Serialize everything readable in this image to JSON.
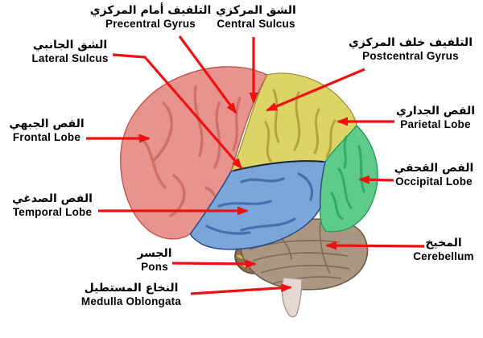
{
  "diagram": {
    "subject": "Human brain — lateral view with labeled lobes and structures",
    "language": "Arabic / English"
  },
  "colors": {
    "background": "#ffffff",
    "arrow": "#ee1111",
    "text": "#000000",
    "frontal": "#e8938d",
    "frontal_edge": "#b9564f",
    "parietal": "#ddd468",
    "parietal_edge": "#9a8d2a",
    "temporal": "#7aa6dc",
    "temporal_edge": "#2a4b86",
    "occipital": "#5ecb8a",
    "occipital_edge": "#1f9e58",
    "cerebellum": "#ab9781",
    "cerebellum_edge": "#6e5a44",
    "pons": "#8a6d52",
    "medulla": "#e6d8d0",
    "medulla_edge": "#b09a8e",
    "sulcus_dark": "#1a1a1a"
  },
  "labels": {
    "precentral": {
      "ar": "التلفيف أمام المركزي",
      "en": "Precentral Gyrus"
    },
    "central": {
      "ar": "الشق المركزي",
      "en": "Central Sulcus"
    },
    "lateral": {
      "ar": "الشق الجانبي",
      "en": "Lateral Sulcus"
    },
    "frontal": {
      "ar": "الفص الجبهي",
      "en": "Frontal Lobe"
    },
    "temporal": {
      "ar": "الفص الصدغي",
      "en": "Temporal Lobe"
    },
    "pons": {
      "ar": "الجسر",
      "en": "Pons"
    },
    "medulla": {
      "ar": "النخاع المستطيل",
      "en": "Medulla Oblongata"
    },
    "postcentral": {
      "ar": "التلفيف خلف المركزي",
      "en": "Postcentral Gyrus"
    },
    "parietal": {
      "ar": "الفص الجداري",
      "en": "Parietal Lobe"
    },
    "occipital": {
      "ar": "الفص القحفي",
      "en": "Occipital Lobe"
    },
    "cerebellum": {
      "ar": "المخيخ",
      "en": "Cerebellum"
    }
  }
}
